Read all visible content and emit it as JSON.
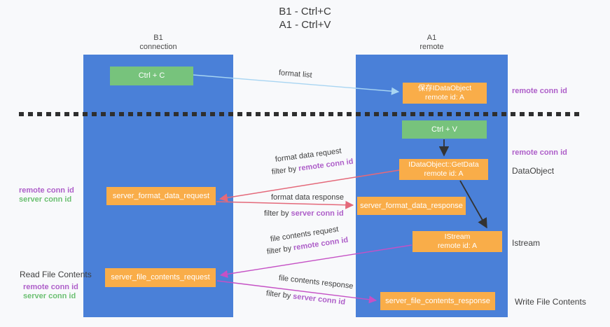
{
  "colors": {
    "bg": "#f8f9fb",
    "lane-blue": "#4a80d8",
    "green-box": "#77c37c",
    "orange-box": "#f9ad49",
    "arrow-blue": "#a8d5f2",
    "arrow-red": "#e4697a",
    "arrow-magenta": "#c551c5",
    "arrow-black": "#333333",
    "text-purple": "#ae5fc9",
    "text-green": "#6cc072",
    "text-dark": "#3f3f3f",
    "dash-color": "#2f2f2f"
  },
  "title": {
    "line1": "B1 - Ctrl+C",
    "line2": "A1 - Ctrl+V"
  },
  "lanes": {
    "left": {
      "name": "B1",
      "role": "connection"
    },
    "right": {
      "name": "A1",
      "role": "remote"
    }
  },
  "nodes": {
    "ctrl_c": "Ctrl + C",
    "ctrl_v": "Ctrl + V",
    "save_idataobject": {
      "line1": "保存IDataObject",
      "line2": "remote id: A"
    },
    "getdata": {
      "line1": "IDataObject::GetData",
      "line2": "remote id: A"
    },
    "istream": {
      "line1": "IStream",
      "line2": "remote id: A"
    },
    "format_request": "server_format_data_request",
    "format_response": "server_format_data_response",
    "file_request": "server_file_contents_request",
    "file_response": "server_file_contents_response"
  },
  "arrows": {
    "format_list": "format list",
    "format_data_request": "format data request",
    "format_data_response": "format data response",
    "file_contents_request": "file contents request",
    "file_contents_response": "file contents response",
    "filter_by": "filter by ",
    "remote_conn_id": "remote conn id",
    "server_conn_id": "server conn id"
  },
  "side_labels": {
    "remote_conn_id": "remote conn id",
    "server_conn_id": "server conn id",
    "dataobject": "DataObject",
    "istream": "Istream",
    "read_file_contents": "Read File Contents",
    "write_file_contents": "Write File Contents"
  }
}
